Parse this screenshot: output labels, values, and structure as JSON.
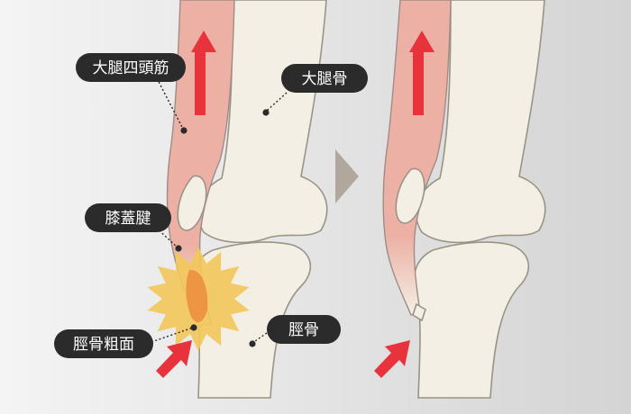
{
  "labels": {
    "quadriceps": "大腿四頭筋",
    "femur": "大腿骨",
    "patellar_tendon": "膝蓋腱",
    "tibial_tuberosity": "脛骨粗面",
    "tibia": "脛骨"
  },
  "colors": {
    "background_light": "#f4f4f4",
    "background_dark": "#d4d4d4",
    "bone_fill": "#f3efe4",
    "bone_stroke": "#9a9485",
    "muscle_fill": "#ecb0a5",
    "muscle_stroke": "#a08c86",
    "arrow_red": "#e8323c",
    "burst_yellow": "#f2c75c",
    "burst_orange": "#ec8c3c",
    "label_bg": "#2b2b2b",
    "label_text": "#ffffff",
    "transition_arrow": "#b0a89c"
  },
  "icons": {
    "force_arrow": "red-up-arrow-icon",
    "impact": "starburst-icon",
    "transition": "play-triangle-icon"
  }
}
